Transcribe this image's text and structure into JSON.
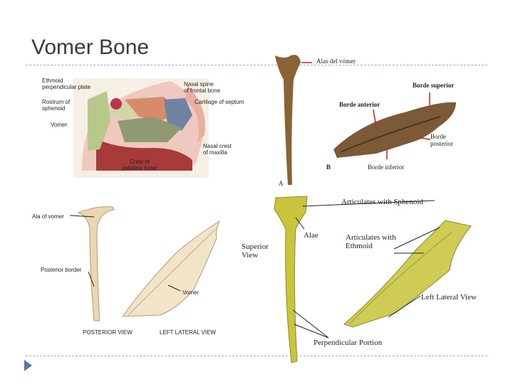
{
  "slide": {
    "title": "Vomer Bone"
  },
  "figure_sagittal": {
    "labels": {
      "ethmoid": "Ethmoid\nperpendicular plate",
      "rostrum": "Rostrum of\nsphenoid",
      "vomer": "Vomer",
      "nasal_spine": "Nasal spine\nof frontal bone",
      "cartilage": "Cartilage of septum",
      "nasal_crest": "Nasal crest\nof maxilla",
      "crest_palatine": "Crest of\npalatine bone"
    }
  },
  "figure_photo": {
    "labels": {
      "alas": "Alas del vómer",
      "borde_superior": "Borde superior",
      "borde_anterior": "Borde anterior",
      "borde_posterior": "Borde\nposterior",
      "borde_inferior": "Borde inferior",
      "panel_a": "A",
      "panel_b": "B"
    }
  },
  "figure_drawing": {
    "labels": {
      "ala_of_vomer": "Ala of vomer",
      "posterior_border": "Posterior border",
      "vomer": "Vomer",
      "posterior_view": "POSTERIOR VIEW",
      "left_lateral_view": "LEFT LATERAL VIEW"
    }
  },
  "figure_yellow": {
    "labels": {
      "articulates_sphenoid": "Articulates with Sphenoid",
      "alae": "Alae",
      "articulates_ethmoid": "Articulates with\nEthmoid",
      "superior_view": "Superior\nView",
      "left_lateral_view": "Left Lateral View",
      "perpendicular_portion": "Perpendicular Portion"
    }
  }
}
